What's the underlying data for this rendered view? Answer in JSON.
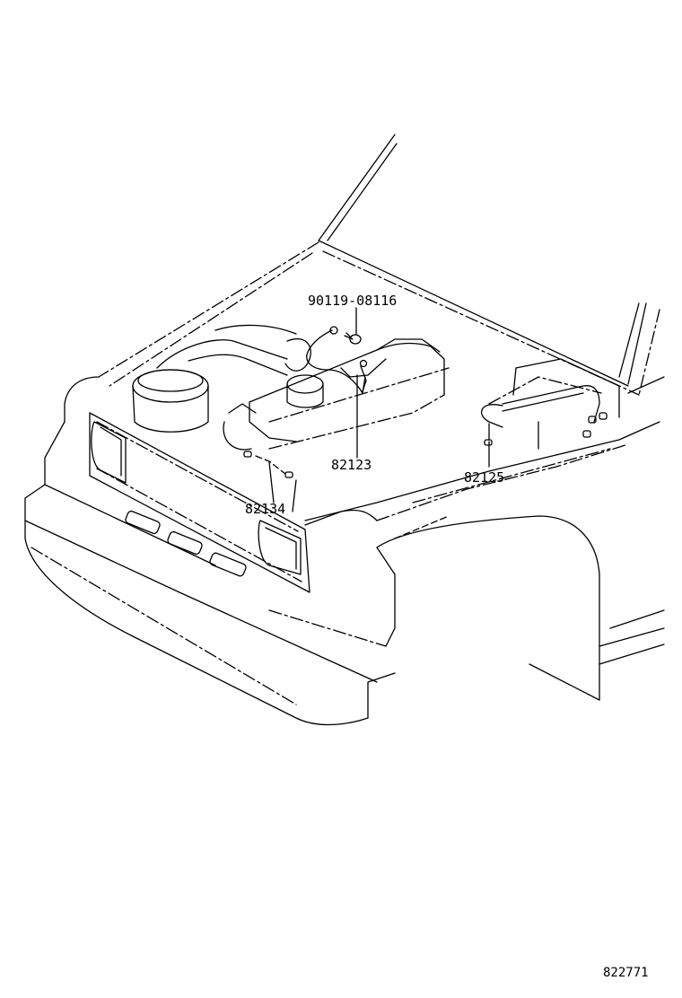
{
  "diagram": {
    "callouts": [
      {
        "id": "bolt",
        "part_number": "90119-08116"
      },
      {
        "id": "center-wire",
        "part_number": "82123"
      },
      {
        "id": "right-wire",
        "part_number": "82125"
      },
      {
        "id": "left-wire",
        "part_number": "82134"
      }
    ],
    "drawing_number": "822771"
  }
}
